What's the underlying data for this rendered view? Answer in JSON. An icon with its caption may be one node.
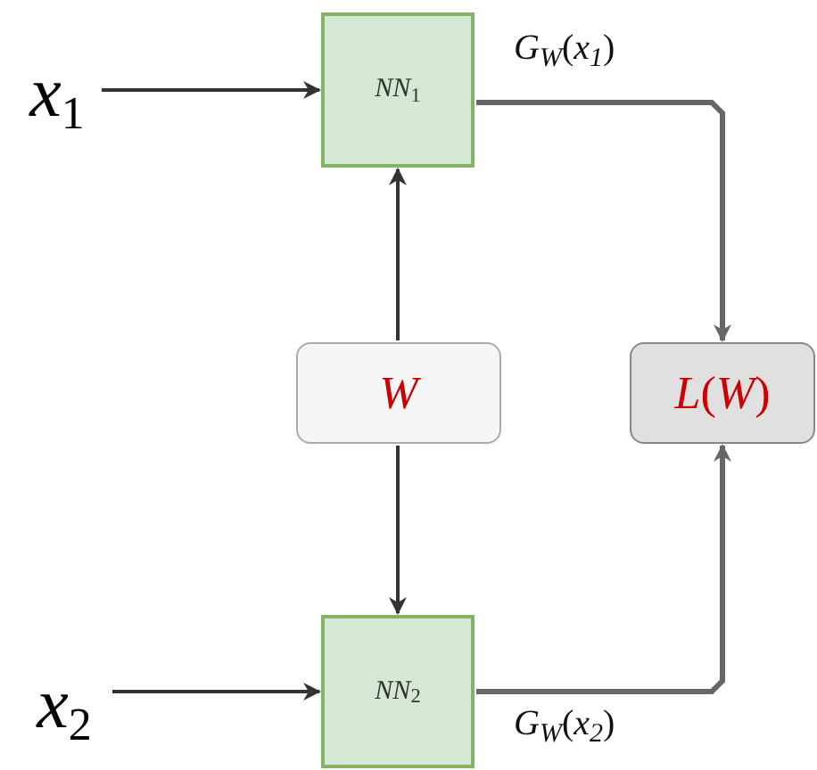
{
  "diagram": {
    "nodes": [
      {
        "text": [
          "x$_{1}$"
        ]
      },
      {
        "text": [
          "NN$_{1}$"
        ]
      },
      {
        "text": [
          "W"
        ]
      },
      {
        "text": [
          "*L*(*W*)"
        ]
      },
      {
        "text": [
          "x$_{2}$"
        ]
      },
      {
        "text": [
          "NN$_{2}$"
        ]
      }
    ],
    "edges": [
      {
        "from": 0,
        "to": 1,
        "arrow": "to"
      },
      {
        "from": 2,
        "to": 1,
        "arrow": "to"
      },
      {
        "from": 2,
        "to": 5,
        "arrow": "to"
      },
      {
        "from": 1,
        "to": 3,
        "arrow": "to",
        "label": "*G*$_{W}$(*x*$_{1}$)",
        "color": "#666666"
      },
      {
        "from": 4,
        "to": 5,
        "arrow": "to"
      },
      {
        "from": 5,
        "to": 3,
        "arrow": "to",
        "label": "*G*$_{W}$(*x*$_{2}$)",
        "color": "#666666"
      }
    ]
  }
}
